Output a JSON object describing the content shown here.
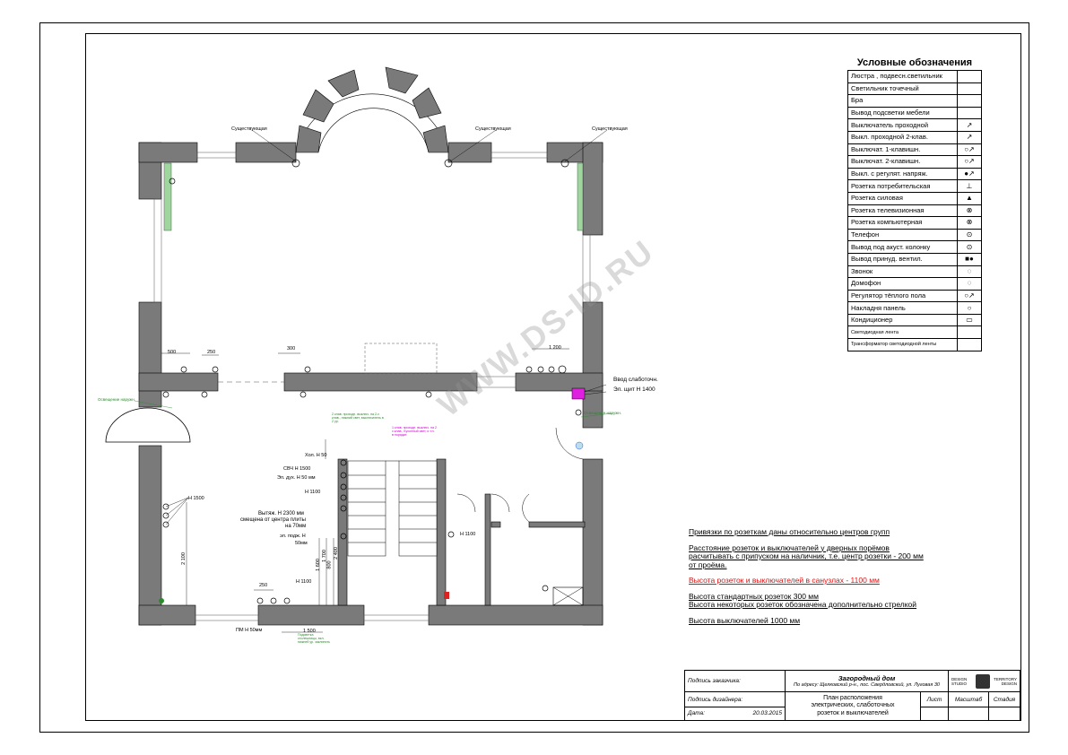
{
  "legend": {
    "title": "Условные обозначения",
    "items": [
      {
        "label": "Люстра , подвесн.светильник",
        "symbol": ""
      },
      {
        "label": "Светильник точечный",
        "symbol": ""
      },
      {
        "label": "Бра",
        "symbol": ""
      },
      {
        "label": "Вывод подсветки мебели",
        "symbol": ""
      },
      {
        "label": "Выключатель проходной",
        "symbol": "↗"
      },
      {
        "label": "Выкл. проходной 2-клав.",
        "symbol": "↗"
      },
      {
        "label": "Выключат. 1-клавишн.",
        "symbol": "○↗"
      },
      {
        "label": "Выключат. 2-клавишн.",
        "symbol": "○↗"
      },
      {
        "label": "Выкл. с регулят. напряж.",
        "symbol": "●↗"
      },
      {
        "label": "Розетка потребительская",
        "symbol": "⊥"
      },
      {
        "label": "Розетка силовая",
        "symbol": "▲"
      },
      {
        "label": "Розетка телевизионная",
        "symbol": "⊗"
      },
      {
        "label": "Розетка компьютерная",
        "symbol": "⊗"
      },
      {
        "label": " Телефон",
        "symbol": "⊙"
      },
      {
        "label": " Вывод под акуст. колонку",
        "symbol": "⊙"
      },
      {
        "label": "Вывод принуд. вентил.",
        "symbol": "■●"
      },
      {
        "label": "Звонок",
        "symbol": "◌"
      },
      {
        "label": "Домофон",
        "symbol": "◌"
      },
      {
        "label": "Регулятор тёплого пола",
        "symbol": "○↗"
      },
      {
        "label": " Накладня панель",
        "symbol": "○"
      },
      {
        "label": " Кондиционер",
        "symbol": "▭"
      },
      {
        "label": "Светодиодная лента",
        "symbol": "",
        "small": true
      },
      {
        "label": "Трансформатор светодиодной ленты",
        "symbol": "",
        "small": true
      }
    ]
  },
  "notes": {
    "n1": "Привязки по розеткам даны относительно центров групп",
    "n2a": "Расстояние розеток и выключателей у дверных порёмов",
    "n2b": "расчитывать с припуском на наличник, т.е. центр розетки - 200 мм",
    "n2c": "от проёма.",
    "n3": "Высота розеток и выключателей  в санузлах - 1100 мм",
    "n4a": "Высота стандартных розеток  300 мм",
    "n4b": "Высота некоторых розеток  обозначена дополнительно стрелкой",
    "n5": "Высота выключателей 1000 мм"
  },
  "stamp": {
    "client_label": "Подпись заказчика:",
    "designer_label": "Подпись дизайнера:",
    "date_label": "Дата:",
    "date_value": "20.03.2015",
    "project_title": "Загородный дом",
    "address": "По адресу: Щелковский р-н., пос. Свердловский, ул. Луговая 30",
    "sheet_title_1": "План расположения",
    "sheet_title_2": "электрических, слаботочных",
    "sheet_title_3": "розеток и выключателей",
    "sheet_label": "Лист",
    "scale_label": "Масштаб",
    "stage_label": "Стадия",
    "logo_left": "DESIGN STUDIO",
    "logo_right": "TERRITORY DESIGN"
  },
  "plan_labels": {
    "existing_1": "Существующая",
    "existing_2": "Существующая",
    "existing_3": "Существующая",
    "low_current_in": "Ввод слаботочн.",
    "panel": "Эл. щит H 1400",
    "fridge": "Хол. H 50",
    "microwave": "СВЧ H 1500",
    "el_oven": "Эл. дух. H 50 мм",
    "h1100a": "H 1100",
    "hood_1": "Вытяж. H 2300 мм",
    "hood_2": "смещена от центра плиты",
    "hood_3": "на 70мм",
    "hob_1": "эл. подж. H",
    "hob_2": "50мм",
    "h1100b": "H 1100",
    "h1100c": "H 1100",
    "h1500": "H 1500",
    "pm": "ПМ H 50мм",
    "dim_500": "500",
    "dim_250a": "250",
    "dim_300": "300",
    "dim_1200": "1 200",
    "dim_250b": "250",
    "dim_1500": "1 500",
    "dim_2100": "2 100",
    "dim_1600": "1 600",
    "dim_800": "800",
    "dim_1700": "1 700",
    "dim_2400": "2 400",
    "green_note_1": "Освещение наружн.",
    "green_note_2": "Освещение наружн.",
    "green_note_3": "2 клав. проходн. выключ. на 2-х клав., нижний свет, выключатель в 2 ур.",
    "green_note_4": "Подсветка столешницы, вкл. нижней ур. заклинить",
    "pink_note": "1 клав. проходн. выключ. на 2 х клав., Кухонный свет, и т.п. в порядке"
  },
  "watermark": "WWW.DS-ID.RU"
}
